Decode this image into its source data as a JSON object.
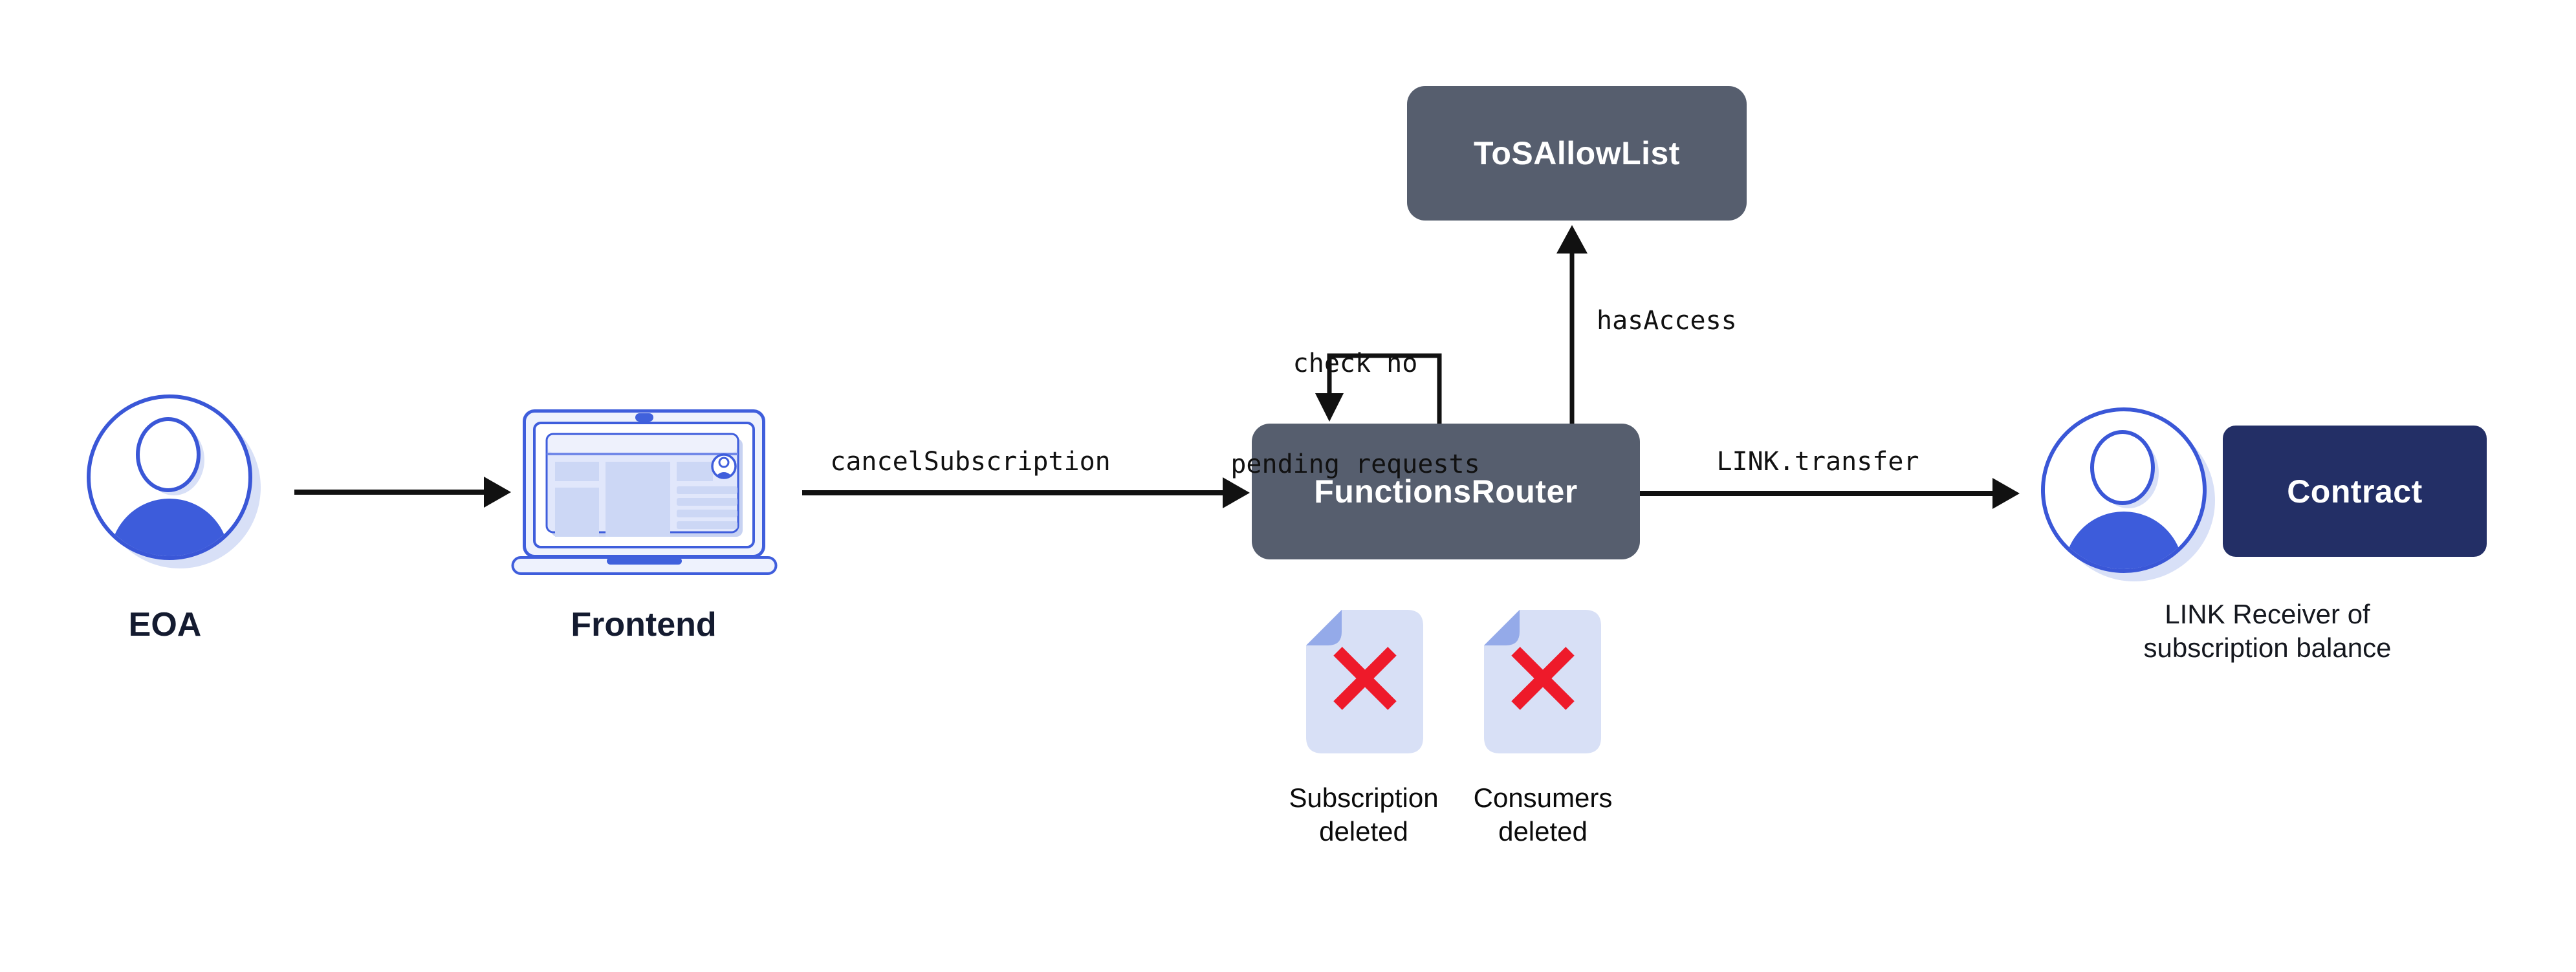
{
  "nodes": {
    "eoa": {
      "label": "EOA"
    },
    "frontend": {
      "label": "Frontend"
    },
    "tos_allow_list": {
      "label": "ToSAllowList"
    },
    "functions_router": {
      "label": "FunctionsRouter"
    },
    "contract": {
      "label": "Contract"
    },
    "link_receiver": {
      "caption": [
        "LINK Receiver of",
        "subscription balance"
      ]
    }
  },
  "edges": {
    "frontend_to_router": {
      "label": "cancelSubscription"
    },
    "router_to_receiver": {
      "label": "LINK.transfer"
    },
    "router_to_tos": {
      "label": "hasAccess"
    },
    "router_self_loop": {
      "label": [
        "check no",
        "pending requests"
      ]
    }
  },
  "artifacts": {
    "subscription_deleted": {
      "label": [
        "Subscription",
        "deleted"
      ]
    },
    "consumers_deleted": {
      "label": [
        "Consumers",
        "deleted"
      ]
    }
  },
  "colors": {
    "node_slate": "#565e6e",
    "node_navy": "#232f66",
    "icon_blue": "#3d5cdb",
    "icon_blue_stroke": "#3a57d7",
    "icon_blue_light": "#d8e0f7",
    "doc_body": "#d8e0f6",
    "doc_fold": "#94aae9",
    "delete_red": "#ee1a2a",
    "label_navy": "#141b30",
    "arrow_black": "#111111"
  }
}
